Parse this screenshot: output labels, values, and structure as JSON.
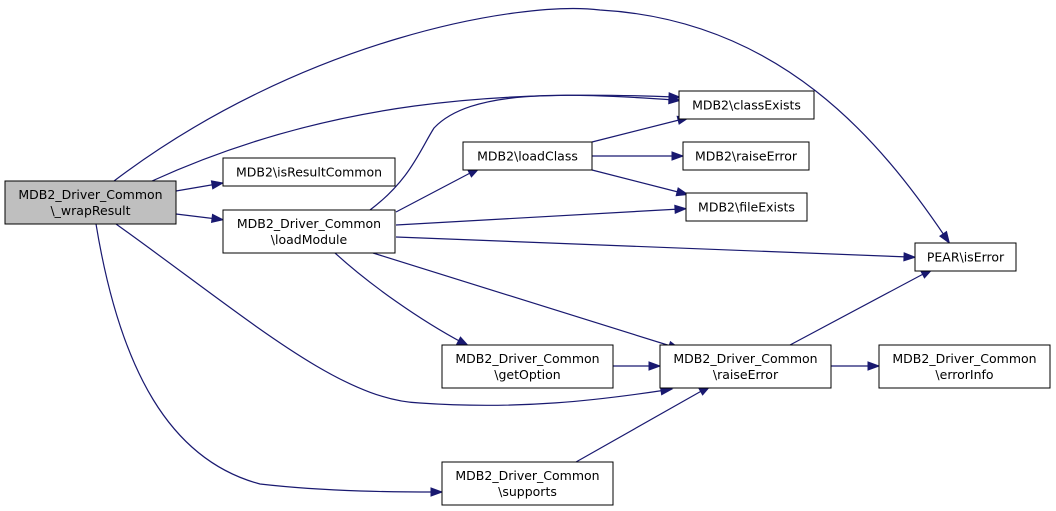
{
  "colors": {
    "edge": "#191970",
    "node_fill": "#ffffff",
    "node_fill_highlight": "#bfbfbf",
    "node_border": "#000000"
  },
  "nodes": [
    {
      "id": "wrap",
      "lines": [
        "MDB2_Driver_Common",
        "\\_wrapResult"
      ],
      "highlight": true
    },
    {
      "id": "isResultCommon",
      "lines": [
        "MDB2\\isResultCommon"
      ]
    },
    {
      "id": "loadModule",
      "lines": [
        "MDB2_Driver_Common",
        "\\loadModule"
      ]
    },
    {
      "id": "loadClass",
      "lines": [
        "MDB2\\loadClass"
      ]
    },
    {
      "id": "classExists",
      "lines": [
        "MDB2\\classExists"
      ]
    },
    {
      "id": "raiseErrorMDB2",
      "lines": [
        "MDB2\\raiseError"
      ]
    },
    {
      "id": "fileExists",
      "lines": [
        "MDB2\\fileExists"
      ]
    },
    {
      "id": "isError",
      "lines": [
        "PEAR\\isError"
      ]
    },
    {
      "id": "getOption",
      "lines": [
        "MDB2_Driver_Common",
        "\\getOption"
      ]
    },
    {
      "id": "raiseError",
      "lines": [
        "MDB2_Driver_Common",
        "\\raiseError"
      ]
    },
    {
      "id": "errorInfo",
      "lines": [
        "MDB2_Driver_Common",
        "\\errorInfo"
      ]
    },
    {
      "id": "supports",
      "lines": [
        "MDB2_Driver_Common",
        "\\supports"
      ]
    }
  ],
  "edges": [
    {
      "from": "wrap",
      "to": "isError"
    },
    {
      "from": "wrap",
      "to": "classExists"
    },
    {
      "from": "wrap",
      "to": "isResultCommon"
    },
    {
      "from": "wrap",
      "to": "loadModule"
    },
    {
      "from": "wrap",
      "to": "raiseError"
    },
    {
      "from": "wrap",
      "to": "supports"
    },
    {
      "from": "loadModule",
      "to": "classExists"
    },
    {
      "from": "loadModule",
      "to": "loadClass"
    },
    {
      "from": "loadModule",
      "to": "fileExists"
    },
    {
      "from": "loadModule",
      "to": "isError"
    },
    {
      "from": "loadModule",
      "to": "getOption"
    },
    {
      "from": "loadModule",
      "to": "raiseError"
    },
    {
      "from": "loadClass",
      "to": "classExists"
    },
    {
      "from": "loadClass",
      "to": "raiseErrorMDB2"
    },
    {
      "from": "loadClass",
      "to": "fileExists"
    },
    {
      "from": "getOption",
      "to": "raiseError"
    },
    {
      "from": "raiseError",
      "to": "isError"
    },
    {
      "from": "raiseError",
      "to": "errorInfo"
    },
    {
      "from": "supports",
      "to": "raiseError"
    }
  ]
}
